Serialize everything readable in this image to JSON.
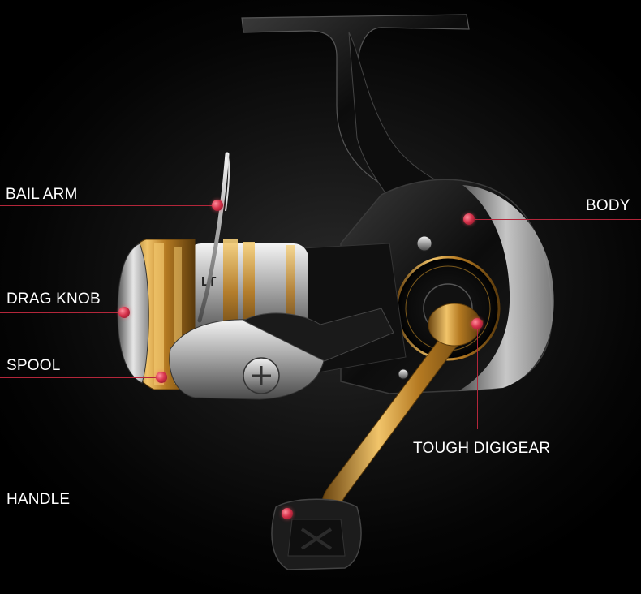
{
  "labels": {
    "bail_arm": "BAIL ARM",
    "drag_knob": "DRAG KNOB",
    "spool": "SPOOL",
    "handle": "HANDLE",
    "body": "BODY",
    "tough_digigear": "TOUGH DIGIGEAR"
  },
  "spool_marking": "LT",
  "colors": {
    "background": "#000000",
    "leader_line": "#b3263a",
    "marker": "#d7334c",
    "label_text": "#ffffff",
    "accent_gold": "#c8902a"
  }
}
